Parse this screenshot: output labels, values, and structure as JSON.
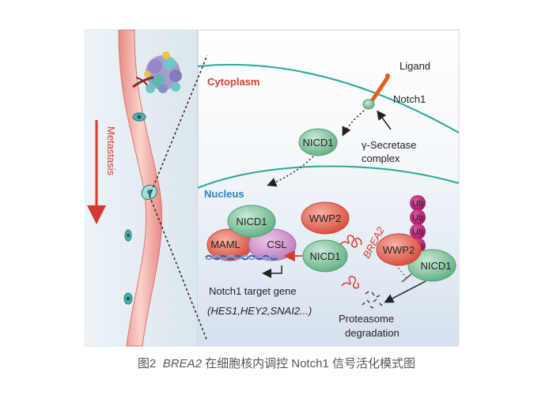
{
  "labels": {
    "ligand": "Ligand",
    "notch1": "Notch1",
    "cytoplasm": "Cytoplasm",
    "gamma_secretase_line1": "γ-Secretase",
    "gamma_secretase_line2": "complex",
    "nucleus": "Nucleus",
    "metastasis": "Metastasis",
    "nicd1_cytoplasm": "NICD1",
    "nicd1_complex": "NICD1",
    "maml": "MAML",
    "csl": "CSL",
    "nicd1_free": "NICD1",
    "wwp2_free": "WWP2",
    "brea2": "BREA2",
    "wwp2_bound": "WWP2",
    "nicd1_bound": "NICD1",
    "ub": [
      "Ub",
      "Ub",
      "Ub",
      "Ub"
    ],
    "target_gene": "Notch1 target gene",
    "target_examples": "(HES1,HEY2,SNAI2...)",
    "proteasome_line1": "Proteasome",
    "proteasome_line2": "degradation"
  },
  "caption": {
    "prefix": "图2",
    "gene": "BREA2",
    "text": "在细胞核内调控 Notch1 信号活化模式图"
  },
  "colors": {
    "cytoplasm_label": "#d2402f",
    "nucleus_label": "#2f7fc4",
    "membrane": "#2aa79b",
    "green_protein": "#7cc49a",
    "red_protein": "#e0604f",
    "purple_protein": "#c989c4",
    "ub": "#b0166f",
    "vessel": "#f0a49c",
    "arrow_red": "#d63a2e"
  }
}
